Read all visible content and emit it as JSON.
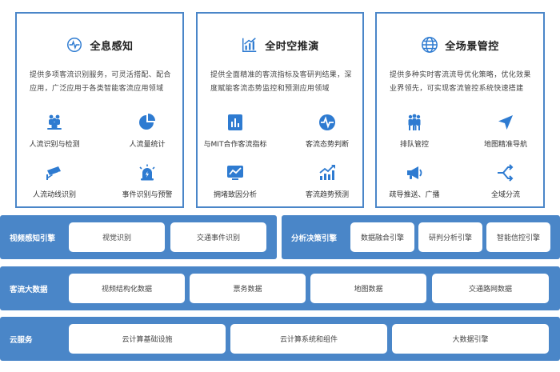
{
  "cards": [
    {
      "title": "全息感知",
      "icon": "sensing-icon",
      "desc": "提供多项客流识别服务，可灵活搭配、配合应用，广泛应用于各类智能客流应用领域",
      "features": [
        {
          "label": "人流识别与检测",
          "icon": "crowd-icon"
        },
        {
          "label": "人流量统计",
          "icon": "pie-chart-icon"
        },
        {
          "label": "人流动线识别",
          "icon": "camera-icon"
        },
        {
          "label": "事件识别与预警",
          "icon": "alarm-icon"
        }
      ]
    },
    {
      "title": "全时空推演",
      "icon": "bar-chart-icon",
      "desc": "提供全面精准的客流指标及客研判结果，深度赋能客流态势监控和预测应用领域",
      "features": [
        {
          "label": "与MIT合作客流指标",
          "icon": "report-icon"
        },
        {
          "label": "客流态势判断",
          "icon": "pulse-icon"
        },
        {
          "label": "拥堵致因分析",
          "icon": "trend-monitor-icon"
        },
        {
          "label": "客流趋势预测",
          "icon": "growth-icon"
        }
      ]
    },
    {
      "title": "全场景管控",
      "icon": "globe-icon",
      "desc": "提供多种实时客流流导优化策略，优化效果业界领先，可实现客流管控系统快速搭建",
      "features": [
        {
          "label": "排队管控",
          "icon": "queue-icon"
        },
        {
          "label": "地图精准导航",
          "icon": "navigation-icon"
        },
        {
          "label": "疏导推送、广播",
          "icon": "megaphone-icon"
        },
        {
          "label": "全域分流",
          "icon": "split-icon"
        }
      ]
    }
  ],
  "engines": {
    "left": {
      "label": "视频感知引擎",
      "items": [
        "视觉识别",
        "交通事件识别"
      ]
    },
    "right": {
      "label": "分析决策引擎",
      "items": [
        "数据融合引擎",
        "研判分析引擎",
        "智能信控引擎"
      ]
    }
  },
  "bigdata": {
    "label": "客流大数据",
    "items": [
      "视频结构化数据",
      "票务数据",
      "地图数据",
      "交通路网数据"
    ]
  },
  "cloud": {
    "label": "云服务",
    "items": [
      "云计算基础设施",
      "云计算系统和组件",
      "大数据引擎"
    ]
  },
  "colors": {
    "accent": "#4a86c8",
    "icon": "#2e7bd1"
  }
}
